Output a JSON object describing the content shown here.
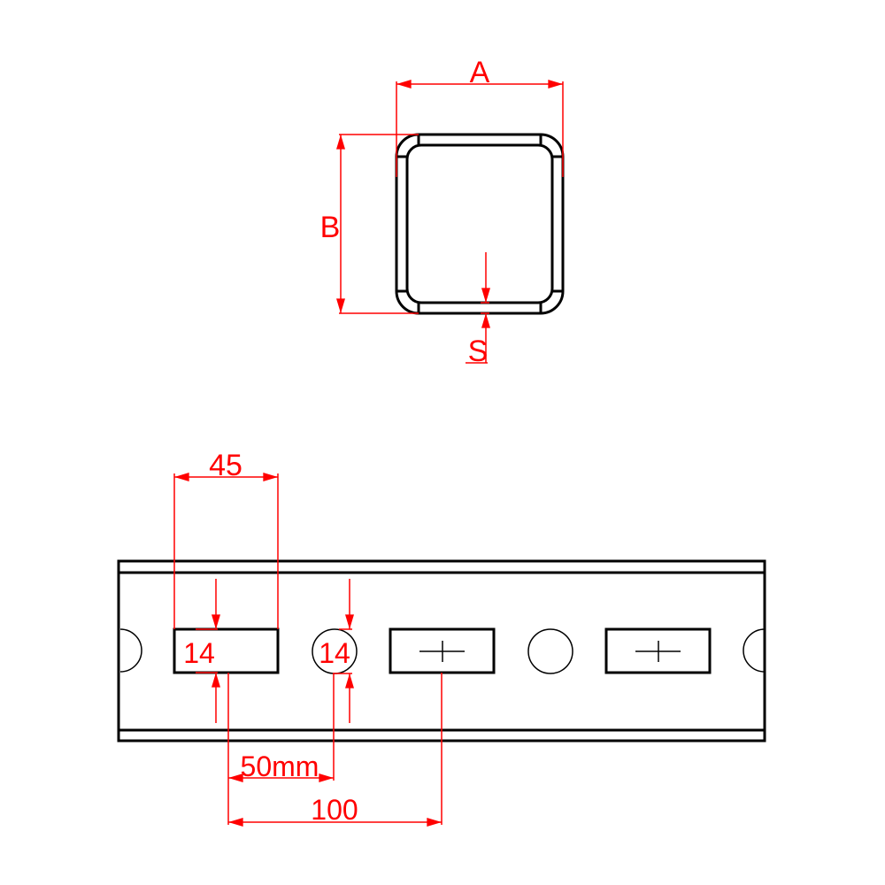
{
  "drawing": {
    "colors": {
      "outline": "#000000",
      "dimension": "#ff0000",
      "background": "#ffffff"
    },
    "cross_section": {
      "label_width": "A",
      "label_height": "B",
      "label_thickness": "S"
    },
    "profile": {
      "slot_width_label": "45",
      "slot_height_label": "14",
      "hole_diameter_label": "14",
      "slot_to_hole_label": "50mm",
      "pitch_label": "100"
    }
  }
}
